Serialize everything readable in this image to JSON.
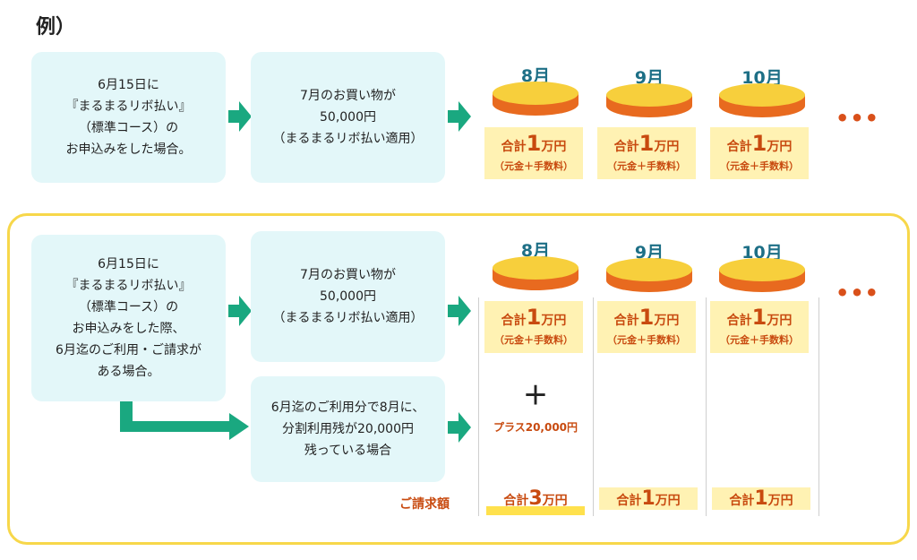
{
  "title": "例）",
  "example1": {
    "condition_lines": [
      "6月15日に",
      "『まるまるリボ払い』",
      "（標準コース）の",
      "お申込みをした場合。"
    ],
    "purchase_lines": [
      "7月のお買い物が",
      "50,000円",
      "（まるまるリボ払い適用）"
    ],
    "months": [
      {
        "label": "8月",
        "total_prefix": "合計",
        "total_amount": "1",
        "total_unit": "万円",
        "note": "（元金＋手数料）"
      },
      {
        "label": "9月",
        "total_prefix": "合計",
        "total_amount": "1",
        "total_unit": "万円",
        "note": "（元金＋手数料）"
      },
      {
        "label": "10月",
        "total_prefix": "合計",
        "total_amount": "1",
        "total_unit": "万円",
        "note": "（元金＋手数料）"
      }
    ],
    "more": "•••"
  },
  "example2": {
    "condition_lines": [
      "6月15日に",
      "『まるまるリボ払い』",
      "（標準コース）の",
      "お申込みをした際、",
      "6月迄のご利用・ご請求が",
      "ある場合。"
    ],
    "purchase_lines": [
      "7月のお買い物が",
      "50,000円",
      "（まるまるリボ払い適用）"
    ],
    "remainder_lines": [
      "6月迄のご利用分で8月に、",
      "分割利用残が20,000円",
      "残っている場合"
    ],
    "months": [
      {
        "label": "8月",
        "total_prefix": "合計",
        "total_amount": "1",
        "total_unit": "万円",
        "note": "（元金＋手数料）"
      },
      {
        "label": "9月",
        "total_prefix": "合計",
        "total_amount": "1",
        "total_unit": "万円",
        "note": "（元金＋手数料）"
      },
      {
        "label": "10月",
        "total_prefix": "合計",
        "total_amount": "1",
        "total_unit": "万円",
        "note": "（元金＋手数料）"
      }
    ],
    "plus_sign": "＋",
    "plus_text": "プラス20,000円",
    "billing_label": "ご請求額",
    "billing": [
      {
        "prefix": "合計",
        "amount": "3",
        "unit": "万円"
      },
      {
        "prefix": "合計",
        "amount": "1",
        "unit": "万円"
      },
      {
        "prefix": "合計",
        "amount": "1",
        "unit": "万円"
      }
    ],
    "more": "•••"
  },
  "colors": {
    "box_bg": "#e3f7f9",
    "arrow": "#1aa880",
    "month_text": "#1d6f86",
    "coin_top": "#f7cf3c",
    "coin_edge": "#e86a1f",
    "total_bg": "#fff2b3",
    "accent_text": "#c84a0f",
    "frame": "#f7d74a"
  }
}
